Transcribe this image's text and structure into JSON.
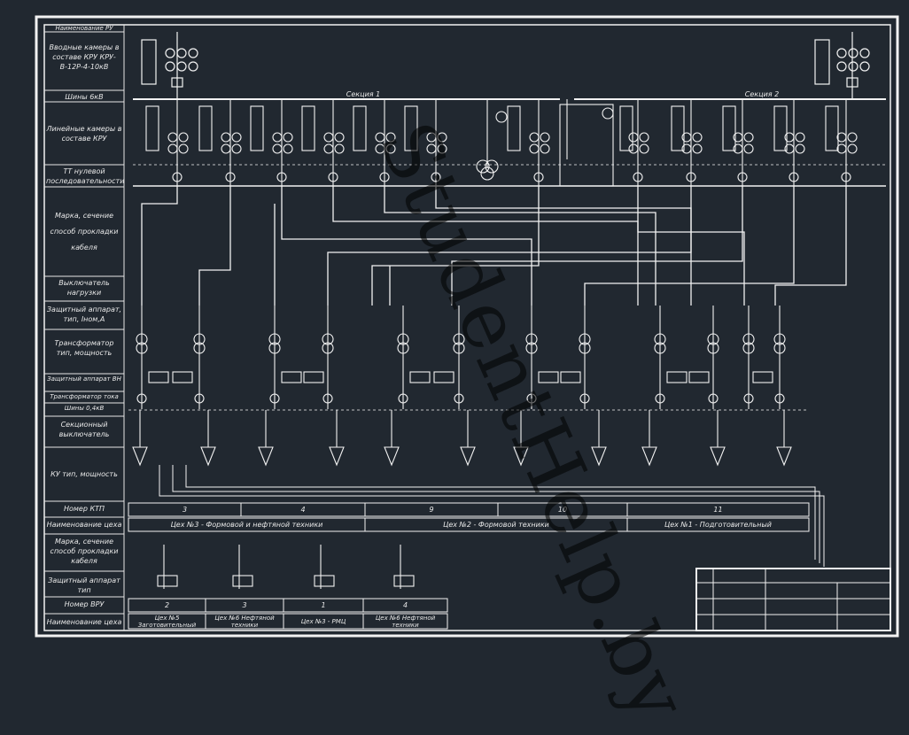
{
  "watermark": "StudentHelp.by",
  "left_column_labels": [
    "Наименование РУ",
    "Вводные камеры в составе КРУ КРУ-В-12Р-4-10кВ",
    "Шины 6кВ",
    "Линейные камеры в составе КРУ",
    "ТТ нулевой последовательности",
    "Марка, сечение способ прокладки кабеля",
    "Выключатель нагрузки",
    "Защитный аппарат, тип, Iном,А",
    "Трансформатор тип, мощность",
    "Защитный аппарат ВН",
    "Трансформатор тока",
    "Шины 0,4кВ",
    "Секционный выключатель",
    "КУ тип, мощность",
    "Номер КТП",
    "Наименование цеха",
    "Марка, сечение способ прокладки кабеля",
    "Защитный аппарат тип",
    "Номер ВРУ",
    "Наименование цеха"
  ],
  "bus_labels": {
    "section1": "Секция 1",
    "section2": "Секция 2"
  },
  "ktp_numbers": [
    "3",
    "4",
    "9",
    "10",
    "11"
  ],
  "workshop_names": [
    "Цех №3 - Формовой и нефтяной техники",
    "Цех №2 - Формовой техники",
    "Цех №1 - Подготовительный"
  ],
  "vru_numbers": [
    "2",
    "3",
    "1",
    "4"
  ],
  "vru_workshops": [
    "Цех №5 Заготовительный",
    "Цех №6 Нефтяной техники",
    "Цех №3 - РМЦ",
    "Цех №6 Нефтяной техники"
  ]
}
